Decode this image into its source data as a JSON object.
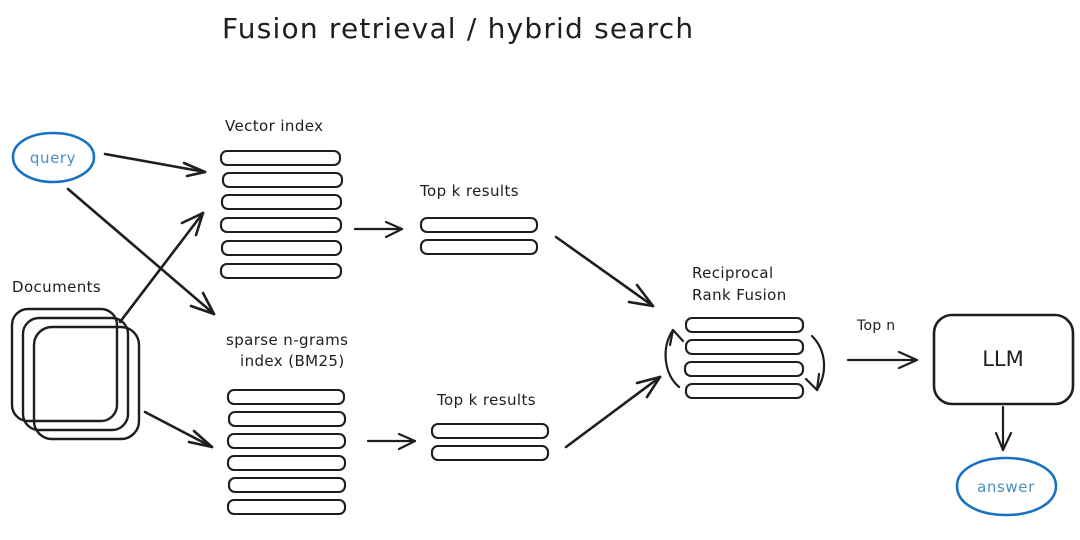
{
  "diagram": {
    "title": "Fusion retrieval / hybrid search",
    "nodes": {
      "query": {
        "label": "query",
        "shape": "ellipse",
        "color": "#1971c2",
        "text_color": "#4a90c4"
      },
      "documents": {
        "label": "Documents",
        "shape": "stacked-cards",
        "card_count": 3,
        "color": "#1e1e1e"
      },
      "vector_index": {
        "label": "Vector index",
        "shape": "bar-stack",
        "bar_count": 6,
        "color": "#1e1e1e"
      },
      "sparse_index": {
        "label_line1": "sparse n-grams",
        "label_line2": "index (BM25)",
        "shape": "bar-stack",
        "bar_count": 6,
        "color": "#1e1e1e"
      },
      "topk_vector": {
        "label": "Top k results",
        "shape": "bar-stack",
        "bar_count": 2,
        "color": "#1e1e1e"
      },
      "topk_sparse": {
        "label": "Top k results",
        "shape": "bar-stack",
        "bar_count": 2,
        "color": "#1e1e1e"
      },
      "rrf": {
        "label_line1": "Reciprocal",
        "label_line2": "Rank Fusion",
        "shape": "bar-stack",
        "bar_count": 4,
        "color": "#1e1e1e"
      },
      "llm": {
        "label": "LLM",
        "shape": "rounded-rect",
        "color": "#1e1e1e"
      },
      "answer": {
        "label": "answer",
        "shape": "ellipse",
        "color": "#1971c2",
        "text_color": "#4a90c4"
      }
    },
    "edge_labels": {
      "top_n": "Top n"
    }
  }
}
